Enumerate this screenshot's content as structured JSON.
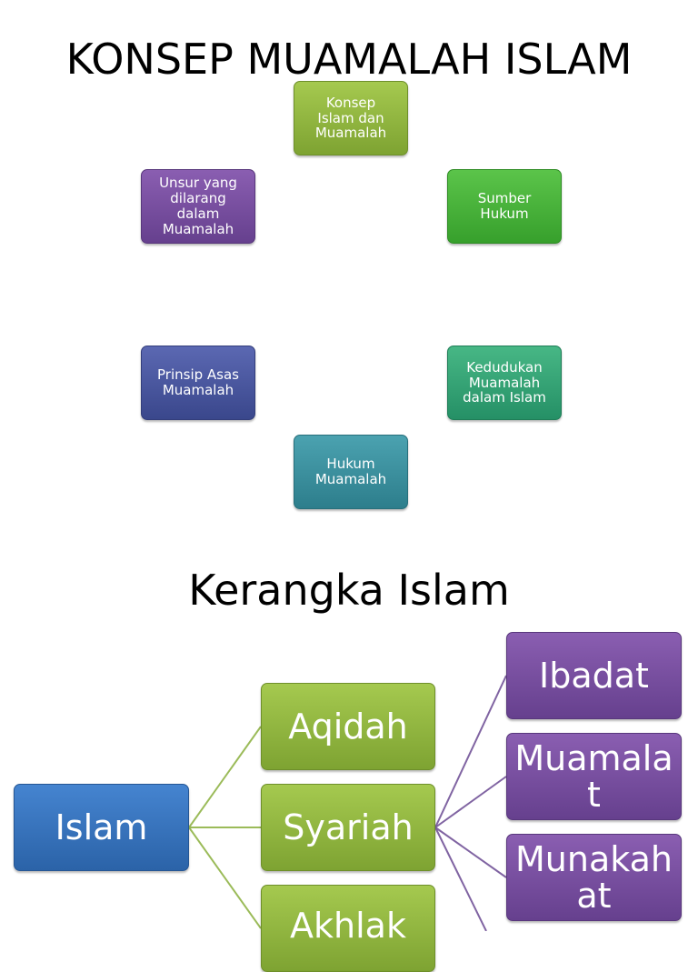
{
  "slide1": {
    "title": "KONSEP MUAMALAH ISLAM",
    "nodes": [
      {
        "label": "Konsep\nIslam dan\nMuamalah",
        "color": "#8db43f"
      },
      {
        "label": "Sumber\nHukum",
        "color": "#45b036"
      },
      {
        "label": "Kedudukan\nMuamalah\ndalam Islam",
        "color": "#31a373"
      },
      {
        "label": "Hukum\nMuamalah",
        "color": "#388f9e"
      },
      {
        "label": "Prinsip Asas\nMuamalah",
        "color": "#47549f"
      },
      {
        "label": "Unsur yang\ndilarang\ndalam\nMuamalah",
        "color": "#774da0"
      }
    ]
  },
  "slide2": {
    "title": "Kerangka Islam",
    "root": {
      "label": "Islam",
      "color": "#3572bd"
    },
    "level1": [
      {
        "label": "Aqidah",
        "color": "#8db43f"
      },
      {
        "label": "Syariah",
        "color": "#8db43f"
      },
      {
        "label": "Akhlak",
        "color": "#8db43f"
      }
    ],
    "level2": [
      {
        "label": "Ibadat",
        "color": "#774da0"
      },
      {
        "label": "Muamala\nt",
        "color": "#774da0"
      },
      {
        "label": "Munakah\nat",
        "color": "#774da0"
      }
    ],
    "connector_colors": {
      "green": "#9bbb59",
      "purple": "#8064a2"
    }
  }
}
